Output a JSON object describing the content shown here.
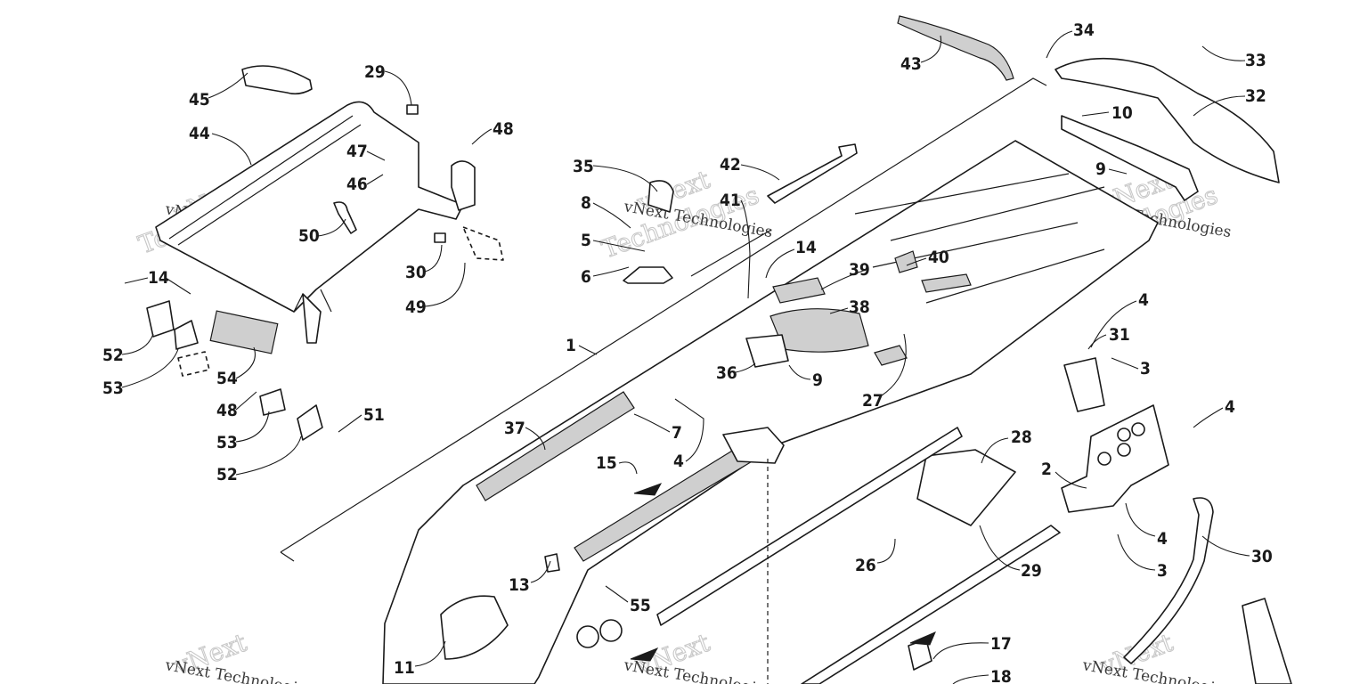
{
  "watermark": {
    "line1": "vNext",
    "line2": "Technologies",
    "small": "vNext Technologies"
  },
  "labels": [
    {
      "id": "45a",
      "text": "45"
    },
    {
      "id": "44a",
      "text": "44"
    },
    {
      "id": "29a",
      "text": "29"
    },
    {
      "id": "48a",
      "text": "48"
    },
    {
      "id": "47a",
      "text": "47"
    },
    {
      "id": "46a",
      "text": "46"
    },
    {
      "id": "50a",
      "text": "50"
    },
    {
      "id": "30a",
      "text": "30"
    },
    {
      "id": "49a",
      "text": "49"
    },
    {
      "id": "14a",
      "text": "14"
    },
    {
      "id": "52a",
      "text": "52"
    },
    {
      "id": "53a",
      "text": "53"
    },
    {
      "id": "54a",
      "text": "54"
    },
    {
      "id": "48b",
      "text": "48"
    },
    {
      "id": "53b",
      "text": "53"
    },
    {
      "id": "51a",
      "text": "51"
    },
    {
      "id": "52b",
      "text": "52"
    },
    {
      "id": "35a",
      "text": "35"
    },
    {
      "id": "8a",
      "text": "8"
    },
    {
      "id": "5a",
      "text": "5"
    },
    {
      "id": "6a",
      "text": "6"
    },
    {
      "id": "42a",
      "text": "42"
    },
    {
      "id": "41a",
      "text": "41"
    },
    {
      "id": "14b",
      "text": "14"
    },
    {
      "id": "43a",
      "text": "43"
    },
    {
      "id": "34a",
      "text": "34"
    },
    {
      "id": "33a",
      "text": "33"
    },
    {
      "id": "32a",
      "text": "32"
    },
    {
      "id": "10a",
      "text": "10"
    },
    {
      "id": "9a",
      "text": "9"
    },
    {
      "id": "39a",
      "text": "39"
    },
    {
      "id": "40a",
      "text": "40"
    },
    {
      "id": "38a",
      "text": "38"
    },
    {
      "id": "1a",
      "text": "1"
    },
    {
      "id": "36a",
      "text": "36"
    },
    {
      "id": "9b",
      "text": "9"
    },
    {
      "id": "27a",
      "text": "27"
    },
    {
      "id": "4a",
      "text": "4"
    },
    {
      "id": "31a",
      "text": "31"
    },
    {
      "id": "3a",
      "text": "3"
    },
    {
      "id": "4b",
      "text": "4"
    },
    {
      "id": "37a",
      "text": "37"
    },
    {
      "id": "7a",
      "text": "7"
    },
    {
      "id": "4c",
      "text": "4"
    },
    {
      "id": "15a",
      "text": "15"
    },
    {
      "id": "28a",
      "text": "28"
    },
    {
      "id": "2a",
      "text": "2"
    },
    {
      "id": "4d",
      "text": "4"
    },
    {
      "id": "3b",
      "text": "3"
    },
    {
      "id": "30b",
      "text": "30"
    },
    {
      "id": "29b",
      "text": "29"
    },
    {
      "id": "26a",
      "text": "26"
    },
    {
      "id": "13a",
      "text": "13"
    },
    {
      "id": "55a",
      "text": "55"
    },
    {
      "id": "11a",
      "text": "11"
    },
    {
      "id": "17a",
      "text": "17"
    },
    {
      "id": "18a",
      "text": "18"
    }
  ]
}
